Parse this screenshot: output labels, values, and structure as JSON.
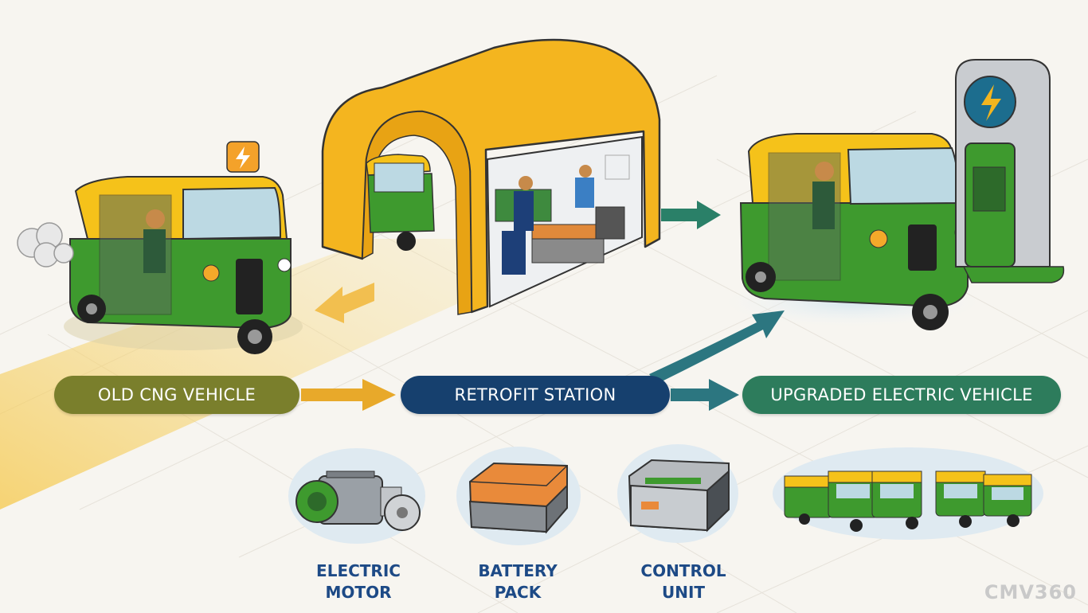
{
  "colors": {
    "old": "#7a7f2c",
    "retrofit": "#16406e",
    "upgraded": "#2d7c5c",
    "label_text": "#1d4a86",
    "tunnel": "#f4b51f",
    "rickshaw_green": "#3e9a2e",
    "rickshaw_yellow": "#f5c21a",
    "arrow_gold": "#e8a92a",
    "arrow_teal": "#2c7680"
  },
  "icons": [
    "lightning-icon",
    "exhaust-smoke-icon",
    "charging-station-icon"
  ],
  "stages": {
    "old": "OLD CNG VEHICLE",
    "retrofit": "RETROFIT STATION",
    "upgraded": "UPGRADED ELECTRIC VEHICLE"
  },
  "components": [
    {
      "line1": "ELECTRIC",
      "line2": "MOTOR"
    },
    {
      "line1": "BATTERY",
      "line2": "PACK"
    },
    {
      "line1": "CONTROL",
      "line2": "UNIT"
    }
  ],
  "watermark": "CMV360"
}
